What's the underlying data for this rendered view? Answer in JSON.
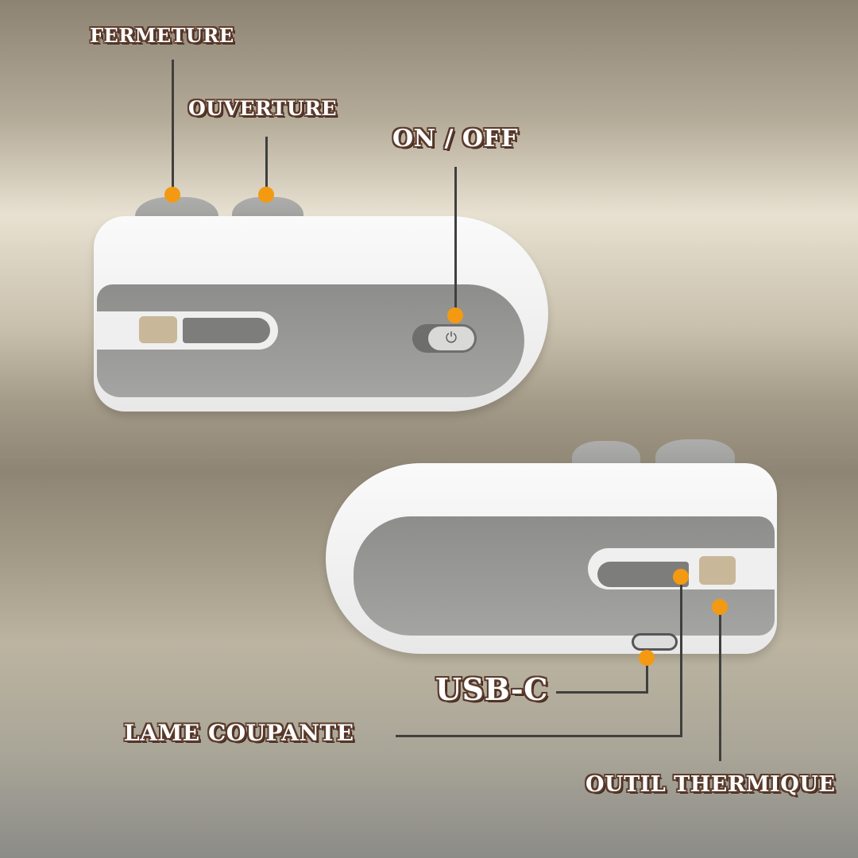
{
  "labels": {
    "fermeture": "FERMETURE",
    "ouverture": "OUVERTURE",
    "on_off": "ON / OFF",
    "usb_c": "USB-C",
    "lame_coupante": "LAME COUPANTE",
    "outil_thermique": "OUTIL THERMIQUE"
  },
  "colors": {
    "marker": "#f39a12",
    "label_outline": "#5b3a2b"
  }
}
